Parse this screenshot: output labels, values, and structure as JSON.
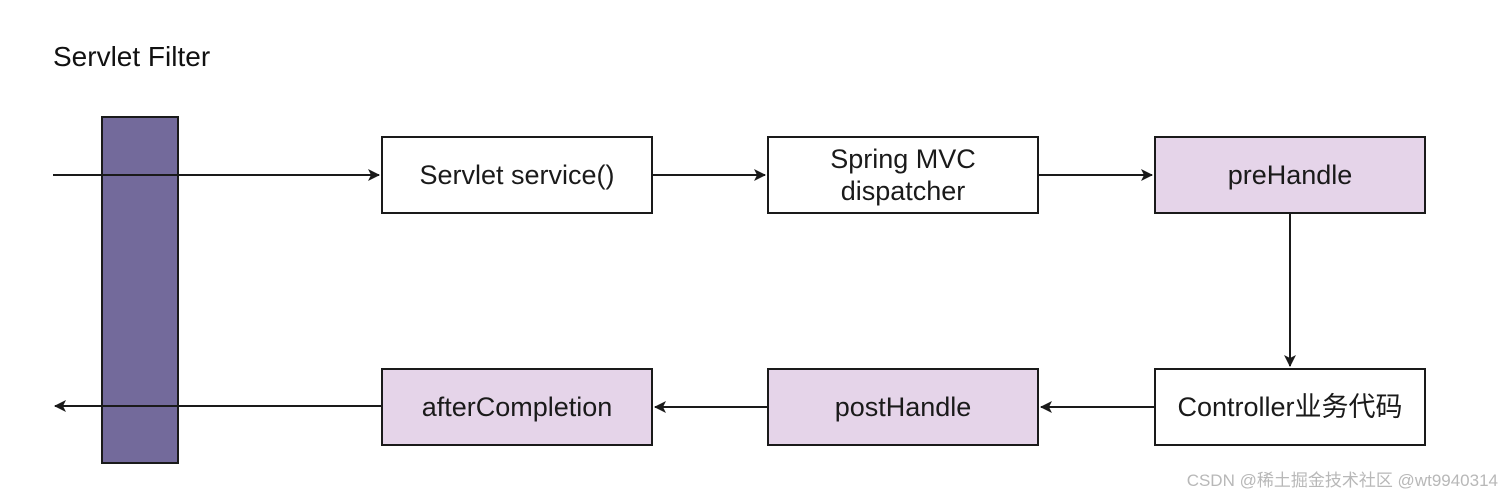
{
  "title": "Servlet Filter",
  "nodes": {
    "servlet_service": "Servlet service()",
    "dispatcher": "Spring MVC\ndispatcher",
    "prehandle": "preHandle",
    "controller": "Controller业务代码",
    "posthandle": "postHandle",
    "after_completion": "afterCompletion"
  },
  "watermark": "CSDN @稀土掘金技术社区 @wt9940314",
  "colors": {
    "filter_bar": "#736a9b",
    "interceptor_fill": "#e5d4e9",
    "stroke": "#1a1a1a"
  }
}
